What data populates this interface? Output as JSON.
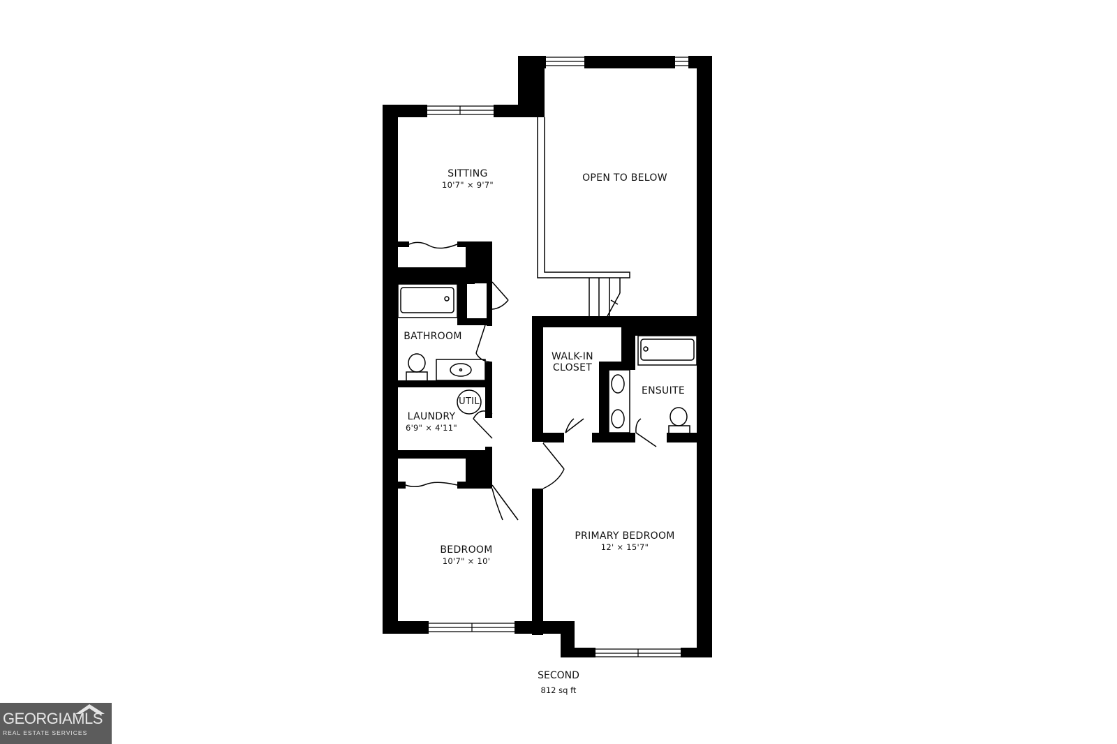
{
  "floor": {
    "name": "SECOND",
    "area": "812 sq ft"
  },
  "rooms": {
    "sitting": {
      "name": "SITTING",
      "dim": "10'7\" × 9'7\""
    },
    "open_to_below": {
      "name": "OPEN TO BELOW"
    },
    "bathroom": {
      "name": "BATHROOM"
    },
    "laundry": {
      "name": "LAUNDRY",
      "dim": "6'9\" × 4'11\""
    },
    "util": {
      "name": "UTIL"
    },
    "walk_in_closet": {
      "name_line1": "WALK-IN",
      "name_line2": "CLOSET"
    },
    "ensuite": {
      "name": "ENSUITE"
    },
    "bedroom": {
      "name": "BEDROOM",
      "dim": "10'7\" × 10'"
    },
    "primary_bedroom": {
      "name": "PRIMARY BEDROOM",
      "dim": "12' × 15'7\""
    }
  },
  "logo": {
    "main": "GEORGIAMLS",
    "sub": "REAL ESTATE SERVICES"
  },
  "colors": {
    "wall": "#000000",
    "background": "#ffffff",
    "logo_bg": "#5c5c5c"
  }
}
